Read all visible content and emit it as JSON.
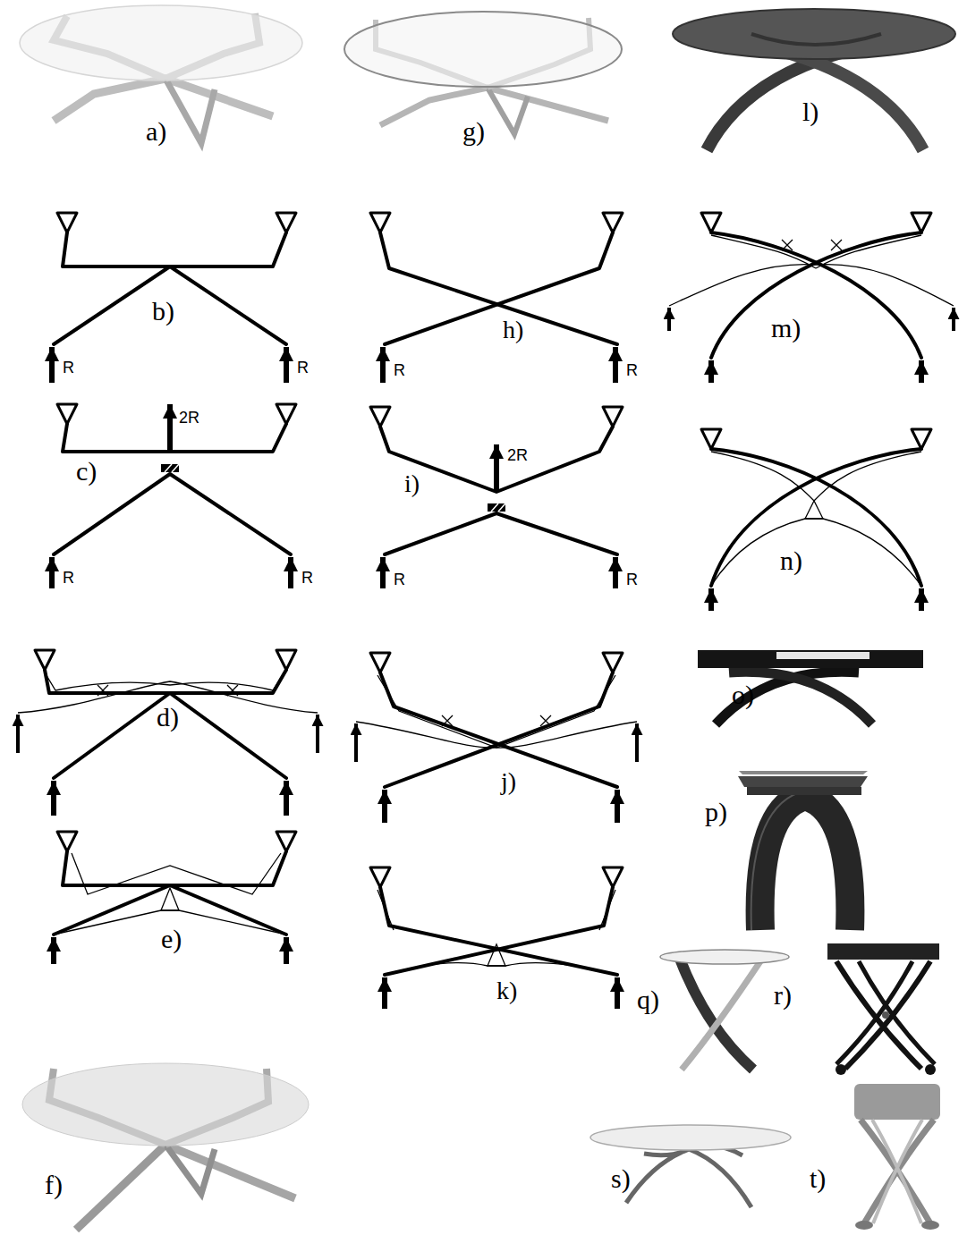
{
  "diagram": {
    "labels": [
      "a)",
      "g)",
      "l)",
      "b)",
      "R",
      "R",
      "h)",
      "R",
      "R",
      "m)",
      "2R",
      "c)",
      "R",
      "R",
      "i)",
      "2R",
      "R",
      "R",
      "n)",
      "d)",
      "o)",
      "j)",
      "p)",
      "e)",
      "k)",
      "q)",
      "r)",
      "f)",
      "s)",
      "t)"
    ]
  }
}
